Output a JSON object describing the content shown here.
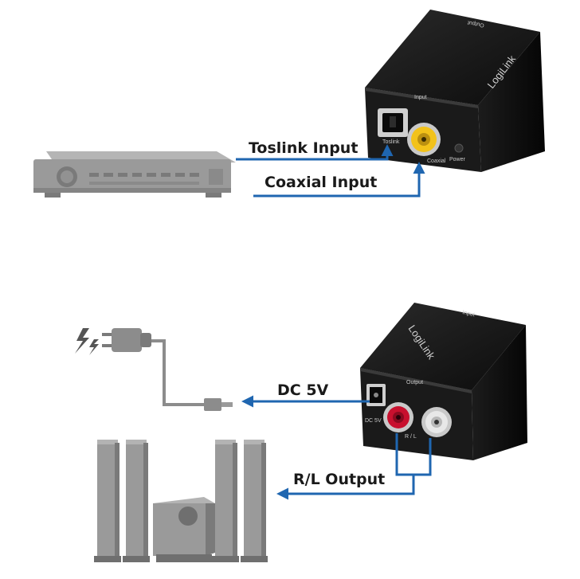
{
  "callouts": {
    "toslink": "Toslink Input",
    "coaxial": "Coaxial Input",
    "dc": "DC 5V",
    "rl": "R/L Output"
  },
  "converter_top": {
    "brand": "LogiLink",
    "panel_label": "Input",
    "toslink_port": "Toslink",
    "coax_port": "Coaxial",
    "power_port": "Power",
    "top_edge_text": "Output"
  },
  "converter_bottom": {
    "brand": "LogiLink",
    "panel_label": "Output",
    "dc_port": "DC 5V",
    "rl_port": "R / L",
    "top_edge_text": "Input"
  },
  "colors": {
    "arrow": "#1f66b0",
    "device": "#9a9a9a",
    "device_dark": "#6f6f6f",
    "box": "#111111",
    "rca_yellow": "#f2c21a",
    "rca_red": "#c8102e",
    "rca_white": "#e8e8e8"
  }
}
